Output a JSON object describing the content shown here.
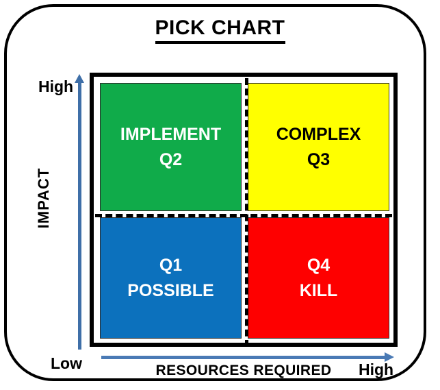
{
  "title": "PICK CHART",
  "chart_data": {
    "type": "matrix",
    "title": "PICK CHART",
    "xlabel": "RESOURCES REQUIRED",
    "ylabel": "IMPACT",
    "x_axis": {
      "low_label": "Low",
      "high_label": "High",
      "direction": "left-to-right",
      "arrow_color": "#4a7ab5"
    },
    "y_axis": {
      "low_label": "Low",
      "high_label": "High",
      "direction": "bottom-to-top",
      "arrow_color": "#3f6fa8"
    },
    "grid": "2x2 dashed divider",
    "legend": "none",
    "quadrants": [
      {
        "id": "Q2",
        "position": "top-left",
        "impact": "High",
        "resources": "Low",
        "line1": "IMPLEMENT",
        "line2": "Q2",
        "fill": "#10ab4a",
        "text_color": "#ffffff"
      },
      {
        "id": "Q3",
        "position": "top-right",
        "impact": "High",
        "resources": "High",
        "line1": "COMPLEX",
        "line2": "Q3",
        "fill": "#ffff00",
        "text_color": "#000000"
      },
      {
        "id": "Q1",
        "position": "bottom-left",
        "impact": "Low",
        "resources": "Low",
        "line1": "Q1",
        "line2": "POSSIBLE",
        "fill": "#0c71bd",
        "text_color": "#ffffff"
      },
      {
        "id": "Q4",
        "position": "bottom-right",
        "impact": "Low",
        "resources": "High",
        "line1": "Q4",
        "line2": "KILL",
        "fill": "#fe0000",
        "text_color": "#ffffff"
      }
    ]
  },
  "colors": {
    "green": "#10ab4a",
    "yellow": "#ffff00",
    "blue": "#0c71bd",
    "red": "#fe0000",
    "frame": "#000000",
    "axis_blue": "#4a7ab5"
  }
}
